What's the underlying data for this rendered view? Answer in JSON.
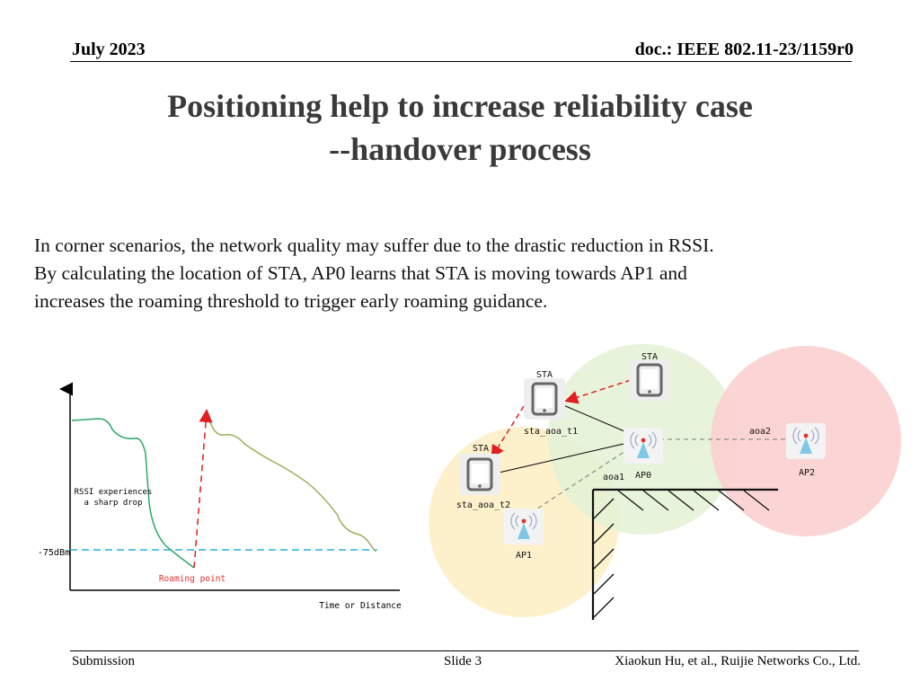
{
  "header": {
    "date": "July 2023",
    "doc": "doc.: IEEE 802.11-23/1159r0"
  },
  "title": {
    "line1": "Positioning help to increase reliability case",
    "line2": "--handover process"
  },
  "body": {
    "line1": "In corner scenarios, the network quality may suffer due to the drastic reduction in RSSI.",
    "line2": "By calculating the location of STA, AP0 learns that STA is moving towards AP1 and",
    "line3": "increases the roaming threshold to trigger early roaming guidance."
  },
  "rssi_chart": {
    "threshold_label": "-75dBm",
    "annotation_line1": "RSSI experiences",
    "annotation_line2": "a sharp drop",
    "roaming_label": "Roaming point",
    "xaxis_label": "Time or Distance",
    "colors": {
      "curve": "#2aa866",
      "curve2": "#99b05a",
      "threshold": "#2eb0dc",
      "jump": "#e02020",
      "roaming_label": "#e03030"
    }
  },
  "diagram": {
    "labels": {
      "sta_top": "STA",
      "sta_mid": "STA",
      "sta_low": "STA",
      "sta_aoa_t1": "sta_aoa_t1",
      "sta_aoa_t2": "sta_aoa_t2",
      "aoa1": "aoa1",
      "ap0": "AP0",
      "aoa2": "aoa2",
      "ap2": "AP2",
      "ap1": "AP1"
    },
    "colors": {
      "ap0_zone": "#e3f1d4",
      "ap1_zone": "#fdf0c6",
      "ap2_zone": "#fbd0d0",
      "arrow": "#e02020"
    },
    "icons": [
      "phone-icon",
      "access-point-icon",
      "wall-icon"
    ]
  },
  "footer": {
    "left": "Submission",
    "center": "Slide 3",
    "right": "Xiaokun Hu, et al., Ruijie Networks Co., Ltd."
  }
}
